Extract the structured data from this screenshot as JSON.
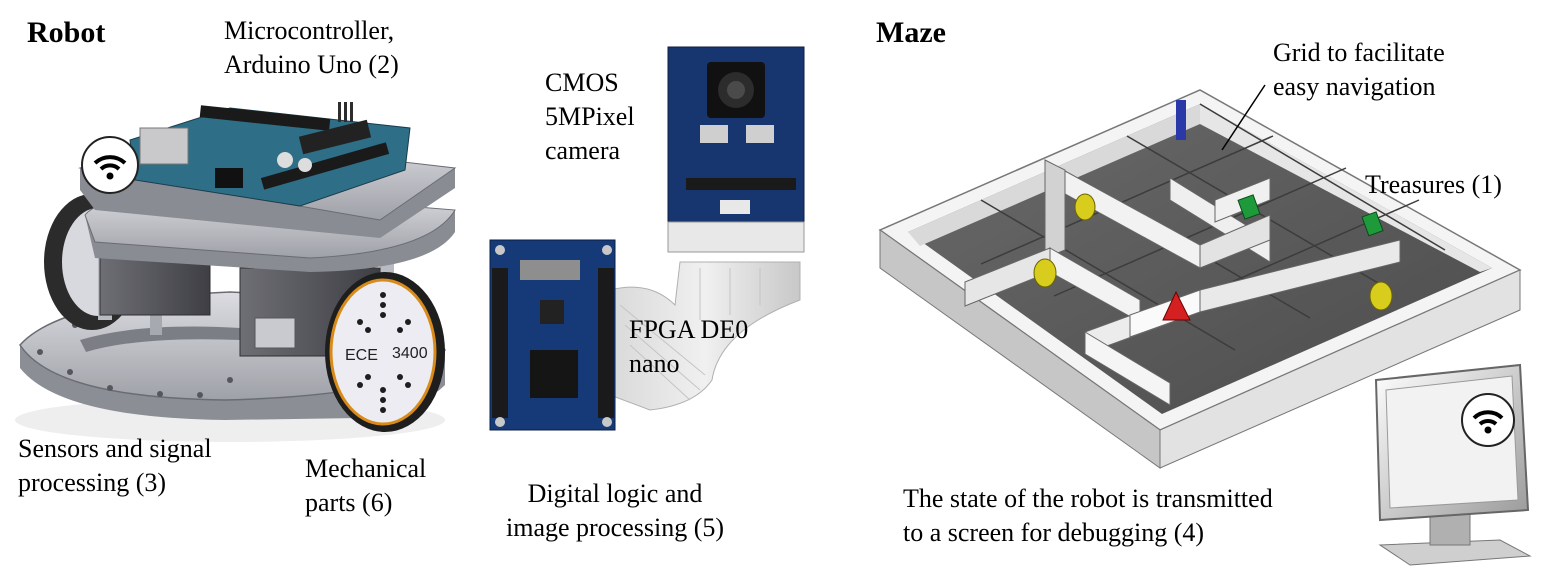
{
  "robot": {
    "title": "Robot",
    "microcontroller": "Microcontroller,\nArduino Uno (2)",
    "sensors": "Sensors and signal\nprocessing  (3)",
    "mechanical": "Mechanical\nparts (6)",
    "wheel_text_left": "ECE",
    "wheel_text_right": "3400"
  },
  "camera": {
    "label": "CMOS\n5MPixel\ncamera"
  },
  "fpga": {
    "label": "FPGA DE0\nnano",
    "digital_logic": "Digital logic and\nimage processing (5)"
  },
  "maze": {
    "title": "Maze",
    "grid_label": "Grid to facilitate\neasy navigation",
    "treasures_label": "Treasures (1)",
    "screen_label": "The state of the robot is transmitted\nto a screen for debugging (4)"
  },
  "colors": {
    "treasure_yellow": "#d8cc1c",
    "treasure_green": "#1f9a3a",
    "wall_blue": "#2a38a8",
    "robot_marker": "#d42020",
    "board_blue": "#17356e"
  },
  "icons": [
    "wifi-icon",
    "wifi-icon"
  ]
}
